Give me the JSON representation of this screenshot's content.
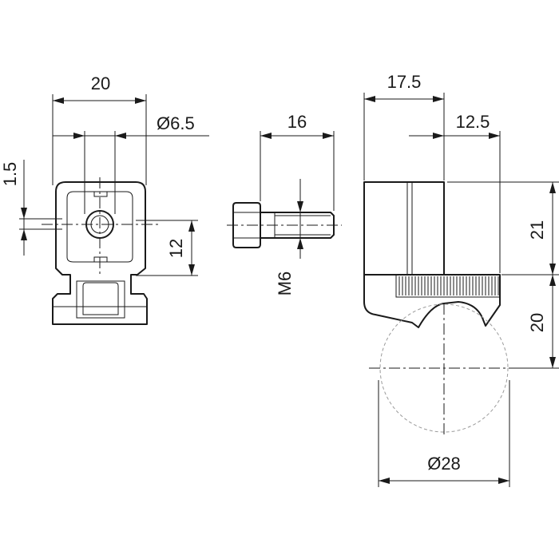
{
  "dimensions": {
    "front_width": "20",
    "bore_diameter": "Ø6.5",
    "vertical_offset": "1.5",
    "bore_height": "12",
    "bolt_length": "16",
    "thread": "M6",
    "side_width": "17.5",
    "side_offset": "12.5",
    "side_height_upper": "21",
    "side_height_lower": "20",
    "tube_diameter": "Ø28"
  }
}
